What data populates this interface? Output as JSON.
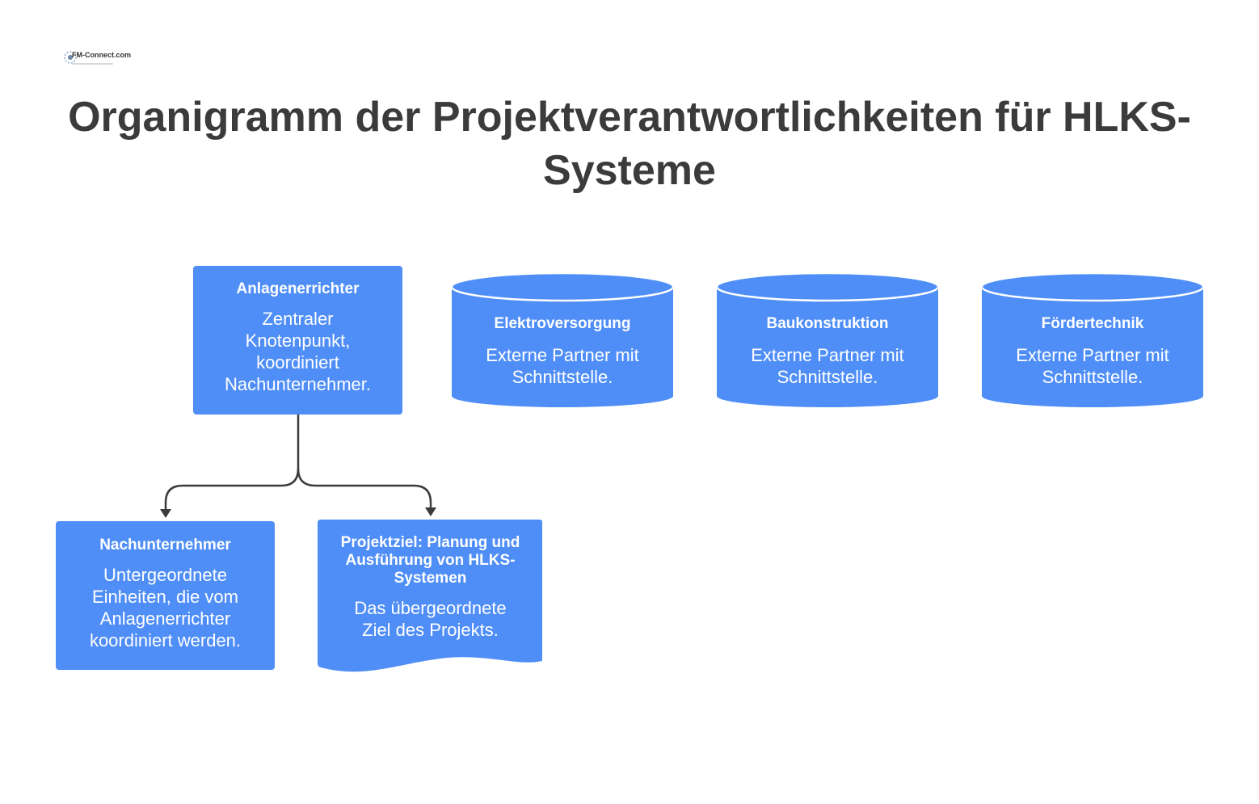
{
  "logo": {
    "text": "FM-Connect.com"
  },
  "title": "Organigramm der Projektverantwortlichkeiten für HLKS-Systeme",
  "colors": {
    "node_fill": "#4f8ef7",
    "connector": "#3b3b3b",
    "title_text": "#3b3b3b"
  },
  "nodes": {
    "anlagenerrichter": {
      "title": "Anlagenerrichter",
      "desc": "Zentraler Knotenpunkt, koordiniert Nachunternehmer."
    },
    "elektroversorgung": {
      "title": "Elektroversorgung",
      "desc": "Externe Partner mit Schnittstelle."
    },
    "baukonstruktion": {
      "title": "Baukonstruktion",
      "desc": "Externe Partner mit Schnittstelle."
    },
    "foerdertechnik": {
      "title": "Fördertechnik",
      "desc": "Externe Partner mit Schnittstelle."
    },
    "nachunternehmer": {
      "title": "Nachunternehmer",
      "desc": "Untergeordnete Einheiten, die vom Anlagenerrichter koordiniert werden."
    },
    "projektziel": {
      "title": "Projektziel: Planung und Ausführung von HLKS-Systemen",
      "desc": "Das übergeordnete Ziel des Projekts."
    }
  },
  "edges": [
    {
      "from": "Anlagenerrichter",
      "to": "Nachunternehmer"
    },
    {
      "from": "Anlagenerrichter",
      "to": "Projektziel: Planung und Ausführung von HLKS-Systemen"
    }
  ]
}
